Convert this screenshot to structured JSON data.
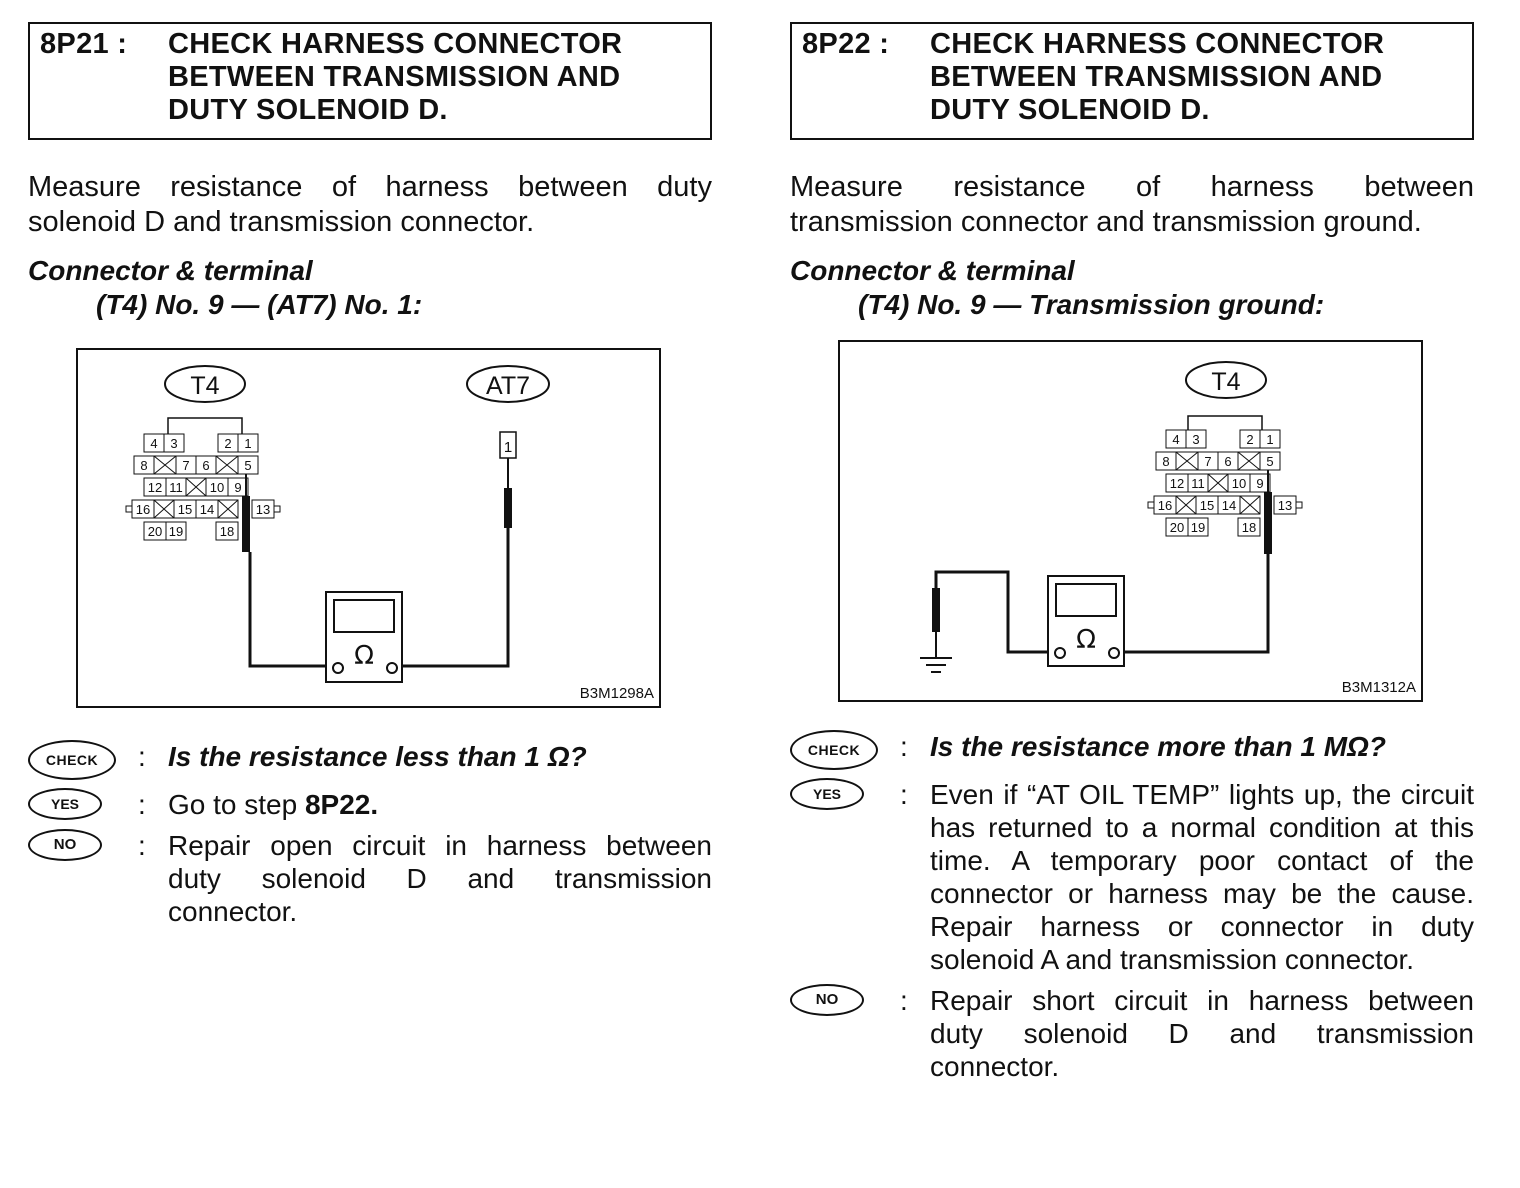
{
  "left": {
    "step_id": "8P21 :",
    "step_title": "CHECK HARNESS CONNECTOR BETWEEN TRANSMISSION AND DUTY SOLENOID D.",
    "description": "Measure resistance of harness between duty solenoid D and transmission connector.",
    "connector_label": "Connector & terminal",
    "connector_value": "(T4) No. 9 — (AT7) No. 1:",
    "diagram": {
      "connector_t4": "T4",
      "connector_at7": "AT7",
      "at7_pin": "1",
      "meter_symbol": "Ω",
      "figure_code": "B3M1298A"
    },
    "check": {
      "badge": "CHECK",
      "colon": ":",
      "text": "Is the resistance less than 1 Ω?"
    },
    "yes": {
      "badge": "YES",
      "colon": ":",
      "text": "Go to step ",
      "step": "8P22."
    },
    "no": {
      "badge": "NO",
      "colon": ":",
      "text": "Repair open circuit in harness between duty solenoid D and transmission connector."
    }
  },
  "right": {
    "step_id": "8P22 :",
    "step_title": "CHECK HARNESS CONNECTOR BETWEEN TRANSMISSION AND DUTY SOLENOID D.",
    "description": "Measure resistance of harness between transmission connector and transmission ground.",
    "connector_label": "Connector & terminal",
    "connector_value": "(T4) No. 9 — Transmission ground:",
    "diagram": {
      "connector_t4": "T4",
      "meter_symbol": "Ω",
      "figure_code": "B3M1312A"
    },
    "check": {
      "badge": "CHECK",
      "colon": ":",
      "text": "Is the resistance more than 1 MΩ?"
    },
    "yes": {
      "badge": "YES",
      "colon": ":",
      "text": "Even if “AT OIL TEMP” lights up, the circuit has returned to a normal condition at this time. A temporary poor contact of the connector or harness may be the cause. Repair harness or connector in duty solenoid A and transmission connector."
    },
    "no": {
      "badge": "NO",
      "colon": ":",
      "text": "Repair short circuit in harness between duty solenoid D and transmission connector."
    }
  },
  "t4_pins": {
    "row1": [
      "4",
      "3",
      "2",
      "1"
    ],
    "row2": [
      "8",
      "7",
      "6",
      "5"
    ],
    "row3": [
      "12",
      "11",
      "10",
      "9"
    ],
    "row4": [
      "16",
      "15",
      "14",
      "13"
    ],
    "row5": [
      "20",
      "19",
      "18"
    ]
  }
}
